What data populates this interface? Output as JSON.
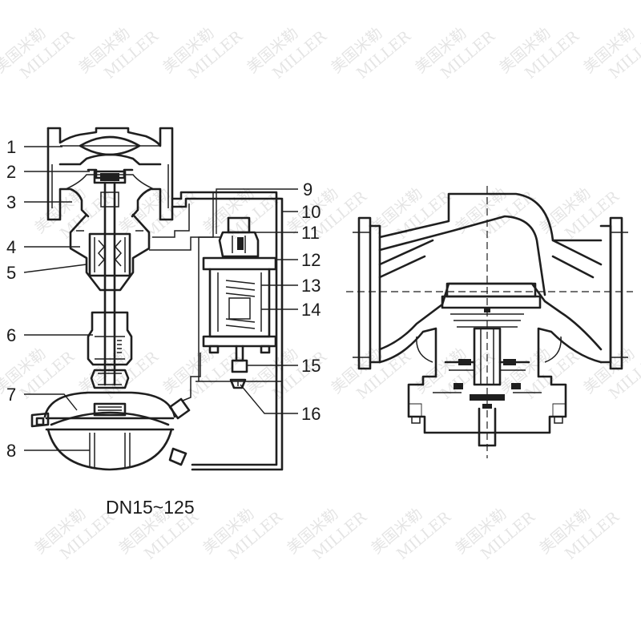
{
  "caption": "DN15~125",
  "callouts": [
    "1",
    "2",
    "3",
    "4",
    "5",
    "6",
    "7",
    "8",
    "9",
    "10",
    "11",
    "12",
    "13",
    "14",
    "15",
    "16"
  ],
  "watermark": {
    "brand_cn": "美国米勒",
    "brand_en": "MILLER"
  }
}
